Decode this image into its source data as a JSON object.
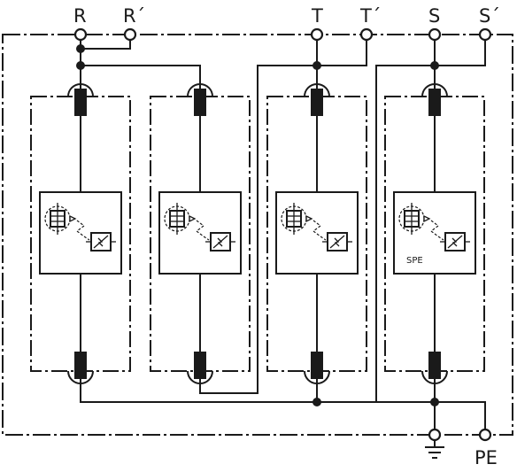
{
  "terminals": {
    "r": "R",
    "r_prime": "R´",
    "t": "T",
    "t_prime": "T´",
    "s": "S",
    "s_prime": "S´",
    "pe": "PE"
  },
  "module_label": "SPE",
  "module_count": 4
}
